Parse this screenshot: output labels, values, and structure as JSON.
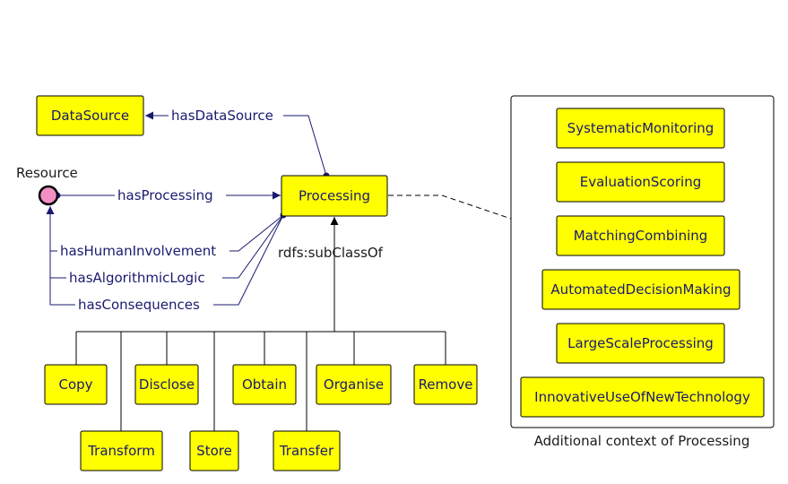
{
  "nodes": {
    "datasource": "DataSource",
    "processing": "Processing",
    "copy": "Copy",
    "disclose": "Disclose",
    "obtain": "Obtain",
    "organise": "Organise",
    "remove": "Remove",
    "transform": "Transform",
    "store": "Store",
    "transfer": "Transfer"
  },
  "resource_label": "Resource",
  "edges": {
    "has_data_source": "hasDataSource",
    "has_processing": "hasProcessing",
    "has_human_involvement": "hasHumanInvolvement",
    "has_algorithmic_logic": "hasAlgorithmicLogic",
    "has_consequences": "hasConsequences",
    "subclass_of": "rdfs:subClassOf"
  },
  "context_panel": {
    "caption": "Additional context of Processing",
    "items": [
      "SystematicMonitoring",
      "EvaluationScoring",
      "MatchingCombining",
      "AutomatedDecisionMaking",
      "LargeScaleProcessing",
      "InnovativeUseOfNewTechnology"
    ]
  },
  "colors": {
    "node_fill": "#ffff00",
    "resource_fill": "#f48fc6",
    "edge_navy": "#1a1a70"
  }
}
